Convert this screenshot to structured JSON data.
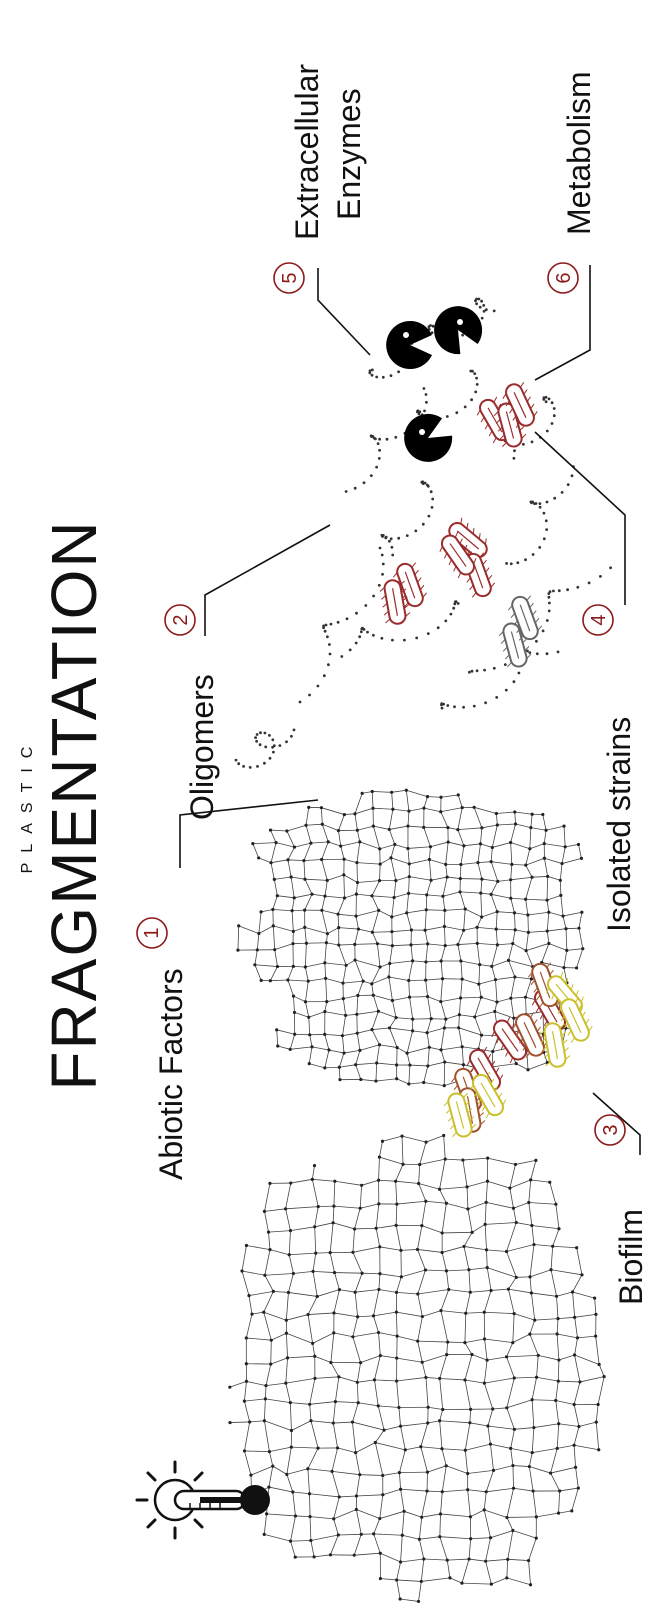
{
  "diagram": {
    "subtitle": "PLASTIC",
    "title": "FRAGMENTATION",
    "steps": [
      {
        "number": "1",
        "label": "Abiotic Factors"
      },
      {
        "number": "2",
        "label": "Oligomers"
      },
      {
        "number": "3",
        "label": "Biofilm"
      },
      {
        "number": "4",
        "label": "Isolated strains"
      },
      {
        "number": "5",
        "label": "Extracellular",
        "label2": "Enzymes"
      },
      {
        "number": "6",
        "label": "Metabolism"
      }
    ]
  },
  "colors": {
    "badge": "#8b1a1a",
    "bacteria_red": "#9b2c2c",
    "bacteria_gray": "#666666",
    "biofilm_yellow": "#c9c02a",
    "ink": "#111111"
  },
  "icons": [
    "sun-icon",
    "thermometer-icon",
    "enzyme-icon",
    "bacteria-icon"
  ]
}
